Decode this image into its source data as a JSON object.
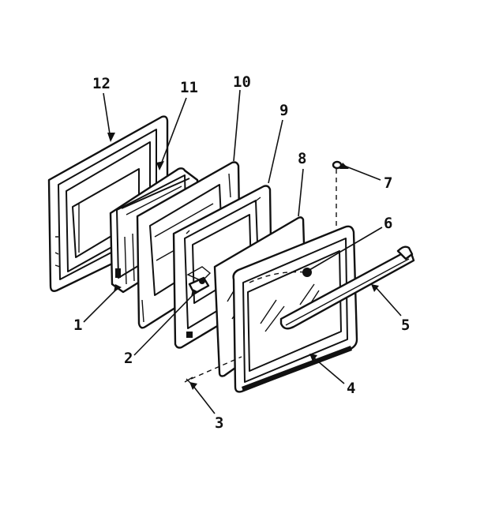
{
  "diagram": {
    "callouts": [
      {
        "id": "12",
        "text": "12"
      },
      {
        "id": "11",
        "text": "11"
      },
      {
        "id": "10",
        "text": "10"
      },
      {
        "id": "9",
        "text": "9"
      },
      {
        "id": "8",
        "text": "8"
      },
      {
        "id": "7",
        "text": "7"
      },
      {
        "id": "6",
        "text": "6"
      },
      {
        "id": "5",
        "text": "5"
      },
      {
        "id": "4",
        "text": "4"
      },
      {
        "id": "3",
        "text": "3"
      },
      {
        "id": "2",
        "text": "2"
      },
      {
        "id": "1",
        "text": "1"
      }
    ]
  }
}
